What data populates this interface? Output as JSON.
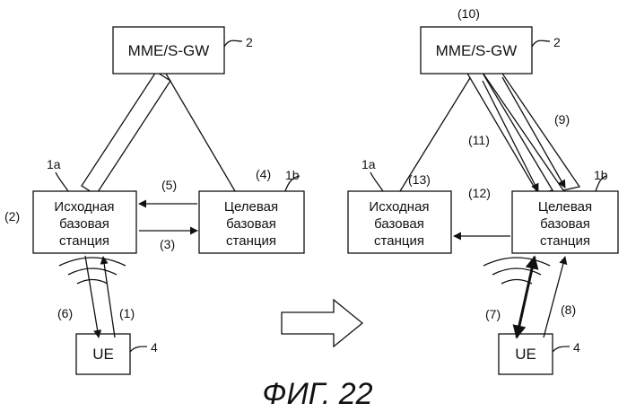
{
  "left": {
    "gateway": {
      "label": "MME/S-GW",
      "ref": "2"
    },
    "source_bs": {
      "lines": [
        "Исходная",
        "базовая",
        "станция"
      ],
      "ref": "1a"
    },
    "target_bs": {
      "lines": [
        "Целевая",
        "базовая",
        "станция"
      ],
      "ref": "1b"
    },
    "ue": {
      "label": "UE",
      "ref": "4"
    },
    "steps": {
      "s1": "(1)",
      "s2": "(2)",
      "s3": "(3)",
      "s4": "(4)",
      "s5": "(5)",
      "s6": "(6)"
    }
  },
  "right": {
    "gateway": {
      "label": "MME/S-GW",
      "ref": "2"
    },
    "source_bs": {
      "lines": [
        "Исходная",
        "базовая",
        "станция"
      ],
      "ref": "1a"
    },
    "target_bs": {
      "lines": [
        "Целевая",
        "базовая",
        "станция"
      ],
      "ref": "1b"
    },
    "ue": {
      "label": "UE",
      "ref": "4"
    },
    "steps": {
      "s7": "(7)",
      "s8": "(8)",
      "s9": "(9)",
      "s10": "(10)",
      "s11": "(11)",
      "s12": "(12)",
      "s13": "(13)"
    }
  },
  "caption": "ФИГ. 22"
}
